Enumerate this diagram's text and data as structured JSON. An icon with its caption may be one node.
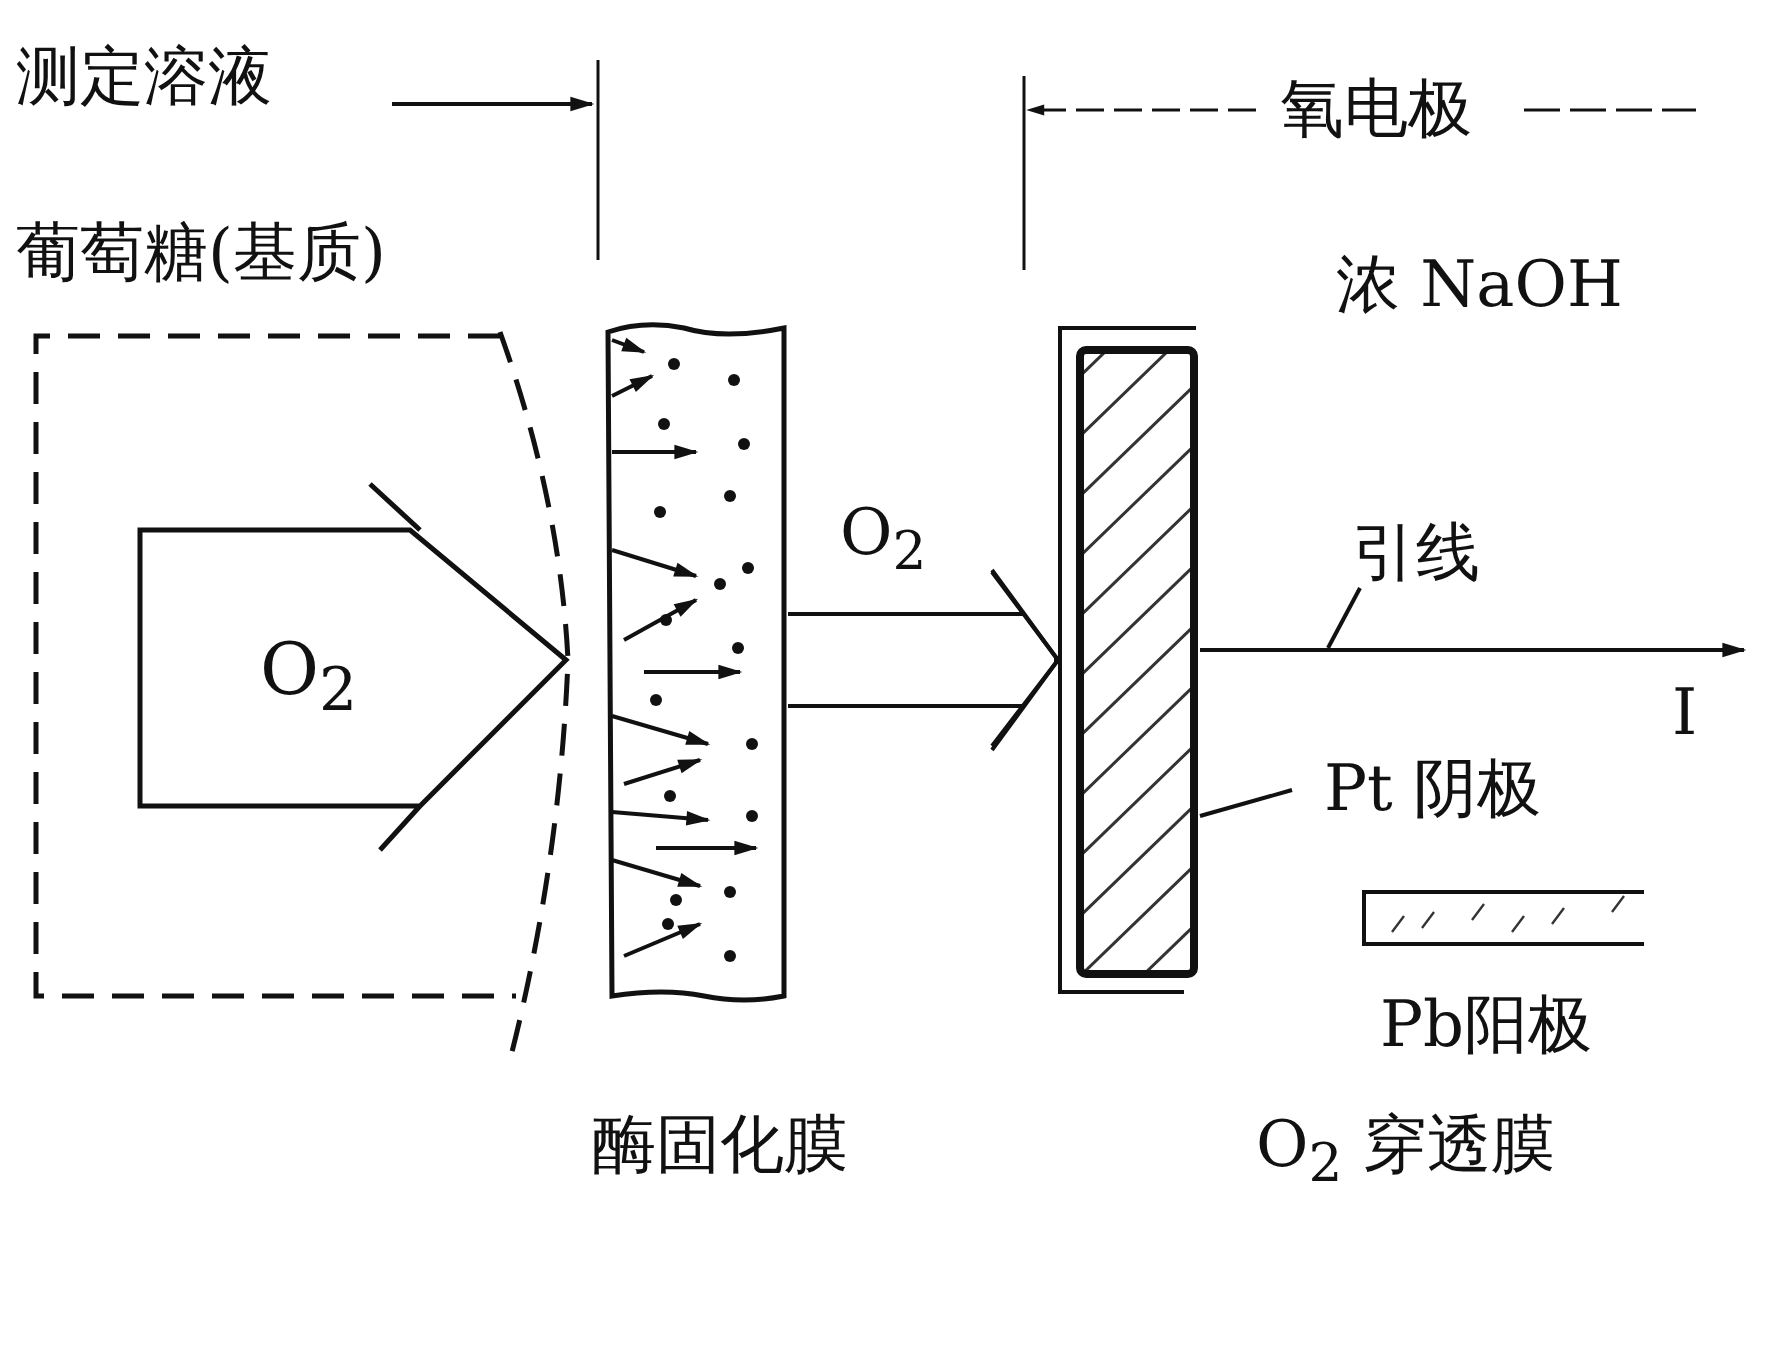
{
  "diagram": {
    "nodes": [
      {
        "text": [
          "葡萄糖(基质)"
        ]
      },
      {
        "text": [
          "O$_{2}$"
        ],
        "in": 0
      },
      {
        "text": [
          "酶固化膜"
        ]
      },
      {
        "text": [],
        "shape": "box"
      },
      {
        "text": [
          "Pt 阴极"
        ]
      },
      {
        "text": [
          "引线"
        ]
      },
      {
        "text": [
          "Pb阳极"
        ]
      }
    ],
    "edges": [
      {
        "from": 2,
        "to": 3,
        "arrow": "to",
        "label": "O$_{2}$"
      },
      {
        "from": 3,
        "to": null,
        "arrow": "to"
      },
      {
        "from": 5,
        "to": null,
        "arrow": "none"
      },
      {
        "from": 4,
        "to": 3,
        "arrow": "none"
      }
    ],
    "labels": [
      "测定溶液",
      "氧电极",
      "浓 NaOH",
      "I",
      "O$_{2}$ 穿透膜"
    ]
  }
}
